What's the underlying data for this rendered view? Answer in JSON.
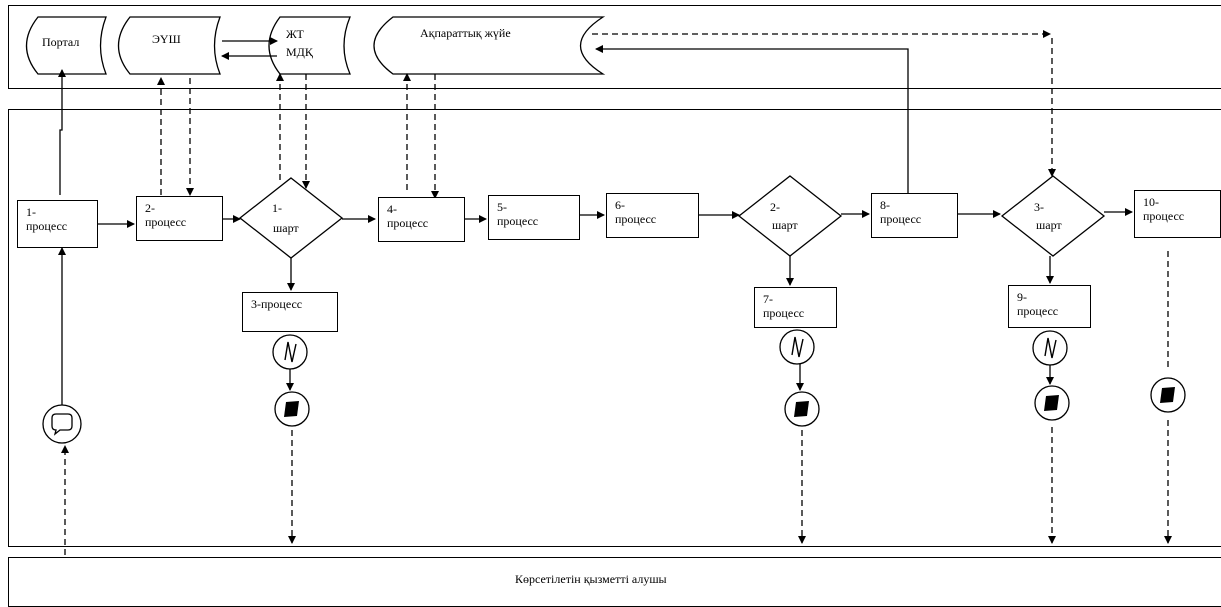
{
  "systems": {
    "portal": "Портал",
    "euhsh": "ЭҮШ",
    "zht_mdk_line1": "ЖТ",
    "zht_mdk_line2": "МДҚ",
    "info_system": "Ақпараттық жүйе"
  },
  "processes": {
    "p1": "1-процесс",
    "p2": "2-процесс",
    "p3": "3-процесс",
    "p4": "4-процесс",
    "p5": "5-процесс",
    "p6": "6-процесс",
    "p7": "7-процесс",
    "p8": "8-процесс",
    "p9": "9-процесс",
    "p10": "10-процесс"
  },
  "decisions": {
    "d1": "1-шарт",
    "d2": "2-шарт",
    "d3": "3-шарт"
  },
  "recipient_label": "Көрсетілетін қызметті алушы"
}
